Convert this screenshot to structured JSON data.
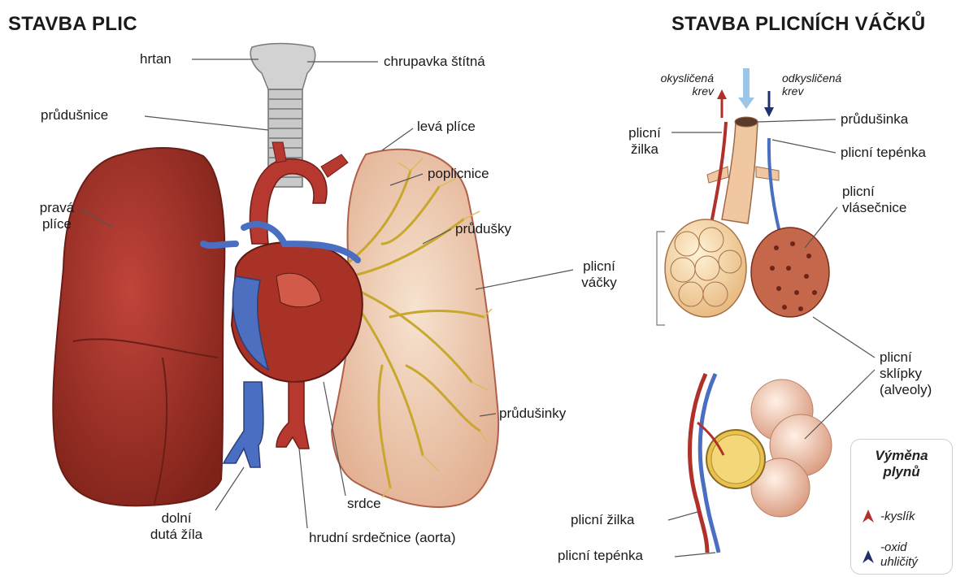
{
  "titles": {
    "left": "STAVBA PLIC",
    "right": "STAVBA PLICNÍCH VÁČKŮ"
  },
  "left_labels": {
    "hrtan": "hrtan",
    "chrupavka": "chrupavka štítná",
    "prudusnice": "průdušnice",
    "leva_plice": "levá plíce",
    "poplicnice": "poplicnice",
    "prava_plice_1": "pravá",
    "prava_plice_2": "plíce",
    "prudusky": "průdušky",
    "plicni_vacky_1": "plicní",
    "plicni_vacky_2": "váčky",
    "prudusinky": "průdušinky",
    "srdce": "srdce",
    "dolni_duta_1": "dolní",
    "dolni_duta_2": "dutá žíla",
    "aorta": "hrudní srdečnice (aorta)"
  },
  "right_labels": {
    "okyslicena_1": "okysličená",
    "okyslicena_2": "krev",
    "odkyslicena_1": "odkysličená",
    "odkyslicena_2": "krev",
    "plicni_zilka_1": "plicní",
    "plicni_zilka_2": "žilka",
    "prudusinka": "průdušinka",
    "plicni_tepenka": "plicní tepénka",
    "vlasecnice_1": "plicní",
    "vlasecnice_2": "vlásečnice",
    "sklipky_1": "plicní",
    "sklipky_2": "sklípky",
    "sklipky_3": "(alveoly)",
    "bottom_zilka": "plicní žilka",
    "bottom_tepenka": "plicní tepénka"
  },
  "legend": {
    "title_1": "Výměna",
    "title_2": "plynů",
    "kyslik": "-kyslík",
    "oxid_1": "-oxid",
    "oxid_2": "uhličitý"
  },
  "colors": {
    "oxygen_arrow": "#b0302a",
    "co2_arrow": "#22306e",
    "lung_red": "#a8342a",
    "vein_blue": "#4a6fc2",
    "bronchi_yellow": "#c9a72e"
  }
}
